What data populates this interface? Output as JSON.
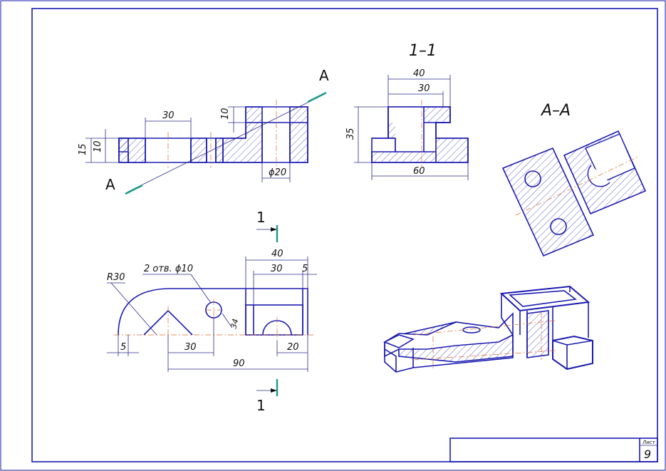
{
  "section_labels": {
    "section_1_1": "1–1",
    "section_a_a": "A–A",
    "cut_a_top": "A",
    "cut_a_bottom": "A",
    "cut_1_top": "1",
    "cut_1_bottom": "1"
  },
  "front_view_dims": {
    "width_30": "30",
    "height_10_top": "10",
    "height_15": "15",
    "height_10_left": "10",
    "dia_20": "ϕ20"
  },
  "section_view_dims": {
    "width_40": "40",
    "width_30": "30",
    "height_35": "35",
    "width_60": "60"
  },
  "plan_view_dims": {
    "width_40": "40",
    "width_30": "30",
    "width_5_right": "5",
    "radius": "R30",
    "holes": "2 отв. ϕ10",
    "offset_34": "34",
    "offset_5_left": "5",
    "width_30_bottom": "30",
    "width_20": "20",
    "length_90": "90"
  },
  "title_block": {
    "sheet_label": "Лист",
    "sheet_number": "9"
  },
  "colors": {
    "outline": "#1b1bb0",
    "centerline": "#d86a2a",
    "cutting_plane": "#1a9a8a"
  }
}
